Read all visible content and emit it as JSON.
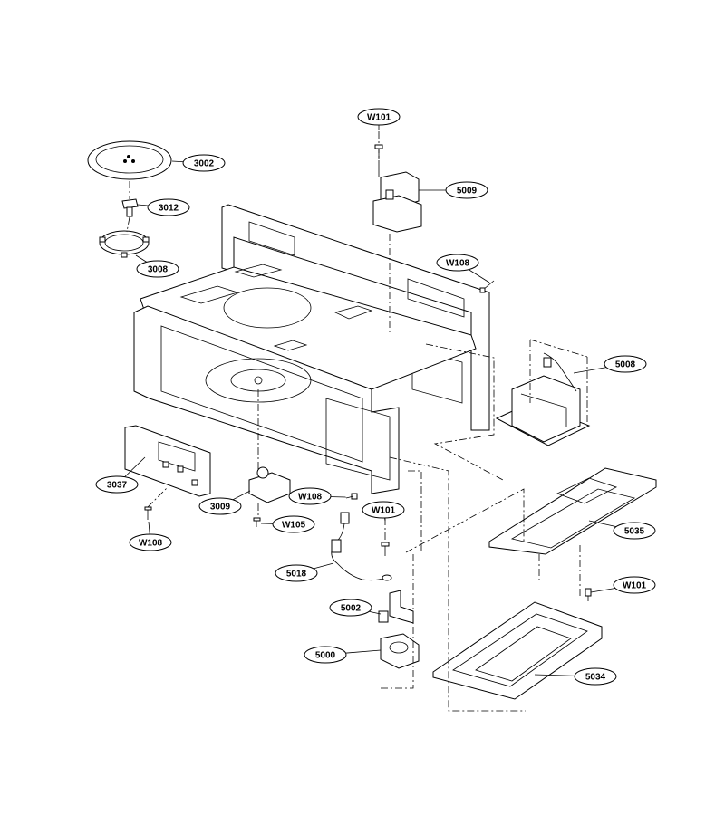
{
  "callouts": [
    {
      "id": "W101",
      "label": "W101"
    },
    {
      "id": "3002",
      "label": "3002"
    },
    {
      "id": "5009",
      "label": "5009"
    },
    {
      "id": "3012",
      "label": "3012"
    },
    {
      "id": "3008",
      "label": "3008"
    },
    {
      "id": "W108",
      "label": "W108"
    },
    {
      "id": "5008",
      "label": "5008"
    },
    {
      "id": "3037",
      "label": "3037"
    },
    {
      "id": "3009",
      "label": "3009"
    },
    {
      "id": "W108",
      "label": "W108"
    },
    {
      "id": "W101",
      "label": "W101"
    },
    {
      "id": "W105",
      "label": "W105"
    },
    {
      "id": "W108",
      "label": "W108"
    },
    {
      "id": "5035",
      "label": "5035"
    },
    {
      "id": "5018",
      "label": "5018"
    },
    {
      "id": "W101",
      "label": "W101"
    },
    {
      "id": "5002",
      "label": "5002"
    },
    {
      "id": "5000",
      "label": "5000"
    },
    {
      "id": "5034",
      "label": "5034"
    }
  ]
}
